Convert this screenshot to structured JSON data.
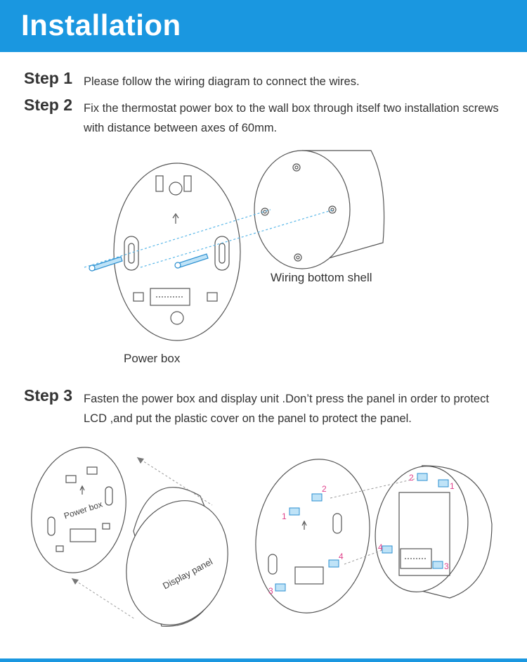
{
  "header": {
    "title": "Installation"
  },
  "steps": [
    {
      "label": "Step 1",
      "text": "Please follow the wiring diagram to connect the wires."
    },
    {
      "label": "Step 2",
      "text": "Fix the thermostat power box to the wall box through itself two installation screws with distance between axes of 60mm."
    },
    {
      "label": "Step 3",
      "text": "Fasten the power box and display unit .Don’t press the panel in order to protect LCD ,and put the plastic cover on the panel to protect the panel."
    }
  ],
  "diagram1": {
    "wiring_shell_label": "Wiring bottom shell",
    "power_box_label": "Power box"
  },
  "diagram2": {
    "power_box_label": "Power box",
    "display_panel_label": "Display panel"
  },
  "diagram3": {
    "markers": [
      "1",
      "2",
      "3",
      "4"
    ]
  },
  "colors": {
    "accent": "#1a97e0",
    "marker": "#e0408a",
    "connector": "#5ab7e8"
  }
}
